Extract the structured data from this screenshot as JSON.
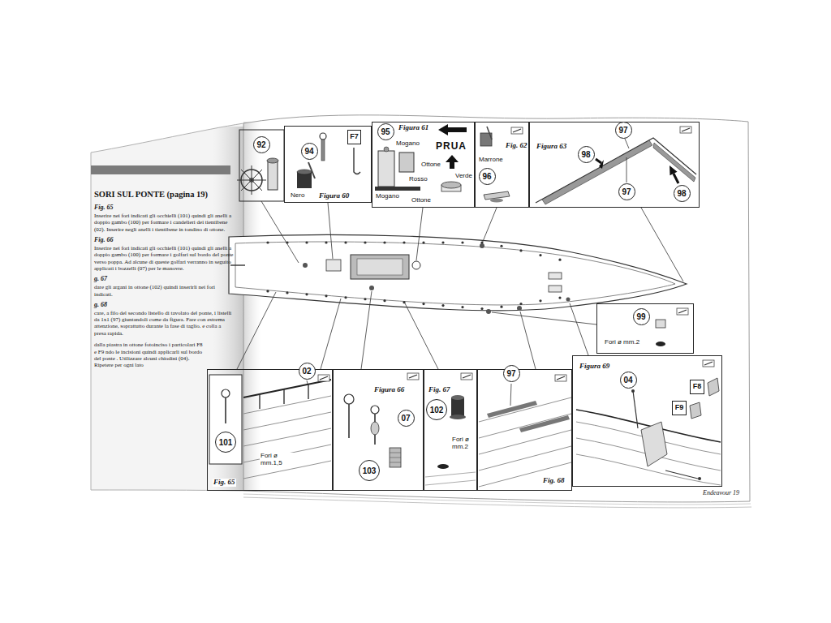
{
  "diagram": {
    "title": "SORI SUL PONTE (pagina 19)",
    "nodes": [
      {
        "text": [
          "92"
        ]
      },
      {
        "text": [
          "Nero",
          "Figura 60"
        ]
      },
      {
        "text": [
          "94"
        ],
        "in": 1
      },
      {
        "text": [
          "F7"
        ],
        "in": 1
      },
      {
        "text": [
          "Figura 61",
          "Mogano",
          "PRUA",
          "Ottone",
          "Verde",
          "Rosso",
          "Mogano",
          "Ottone"
        ]
      },
      {
        "text": [
          "95"
        ],
        "in": 4
      },
      {
        "text": [
          "Marrone",
          "Fig. 62"
        ]
      },
      {
        "text": [
          "96"
        ],
        "in": 6
      },
      {
        "text": [
          "Figura 63"
        ]
      },
      {
        "text": [
          "97"
        ],
        "in": 8
      },
      {
        "text": [
          "98"
        ],
        "in": 8
      },
      {
        "text": [
          "98"
        ],
        "in": 8
      },
      {
        "text": [
          "97"
        ],
        "in": 8
      },
      {
        "text": [
          "Fori ø mm.2"
        ]
      },
      {
        "text": [
          "99"
        ],
        "in": 13
      },
      {
        "text": [
          "Fori ø mm.1,5",
          "Fig. 65"
        ]
      },
      {
        "text": [
          "02"
        ],
        "in": 15
      },
      {
        "text": [
          "101"
        ],
        "in": 15
      },
      {
        "text": [
          "Figura 66"
        ]
      },
      {
        "text": [
          "07"
        ],
        "in": 18
      },
      {
        "text": [
          "103"
        ],
        "in": 18
      },
      {
        "text": [
          "Fig. 67",
          "Fori ø mm.2"
        ]
      },
      {
        "text": [
          "102"
        ],
        "in": 21
      },
      {
        "text": [
          "Fig. 68"
        ]
      },
      {
        "text": [
          "97"
        ],
        "in": 23
      },
      {
        "text": [
          "Figura 69"
        ]
      },
      {
        "text": [
          "04"
        ],
        "in": 25
      },
      {
        "text": [
          "F8"
        ],
        "in": 25
      },
      {
        "text": [
          "F9"
        ],
        "in": 25
      }
    ],
    "labels": [
      "Fig. 65",
      "Inserire nei fori indicati gli occhielli (101) quindi gli anelli a doppio gambo (100) per formare i candelieri dei tientibene (02). Inserire negli anelli i tientibene in tondino di ottone.",
      "Fig. 66",
      "Inserire nei fori indicati gli occhielli (101) quindi gli anelli a doppio gambo (100) per formare i golfari sul bordo del ponte verso poppa. Ad alcune di queste golfari verranno in seguito applicati i bozzelli (07) per le manovre.",
      "g. 67",
      "dare gli argani in ottone (102) quindi inserirli nei fori indicati.",
      "g. 68",
      "care, a filo del secondo listello di tavolato del ponte, i listelli da 1x1 (97) giuntandoli come da figura. Fare con estrema attenzione, soprattutto durante la fase di taglio. e colla a presa rapida.",
      "dalla piastra in ottone fotoinciso i particolari F8 e F9 ndo le incisioni quindi applicarli sul bordo del ponte . Utilizzare alcuni chiodini (04). Ripetere per ogni lato",
      "Endeavour 19"
    ]
  }
}
